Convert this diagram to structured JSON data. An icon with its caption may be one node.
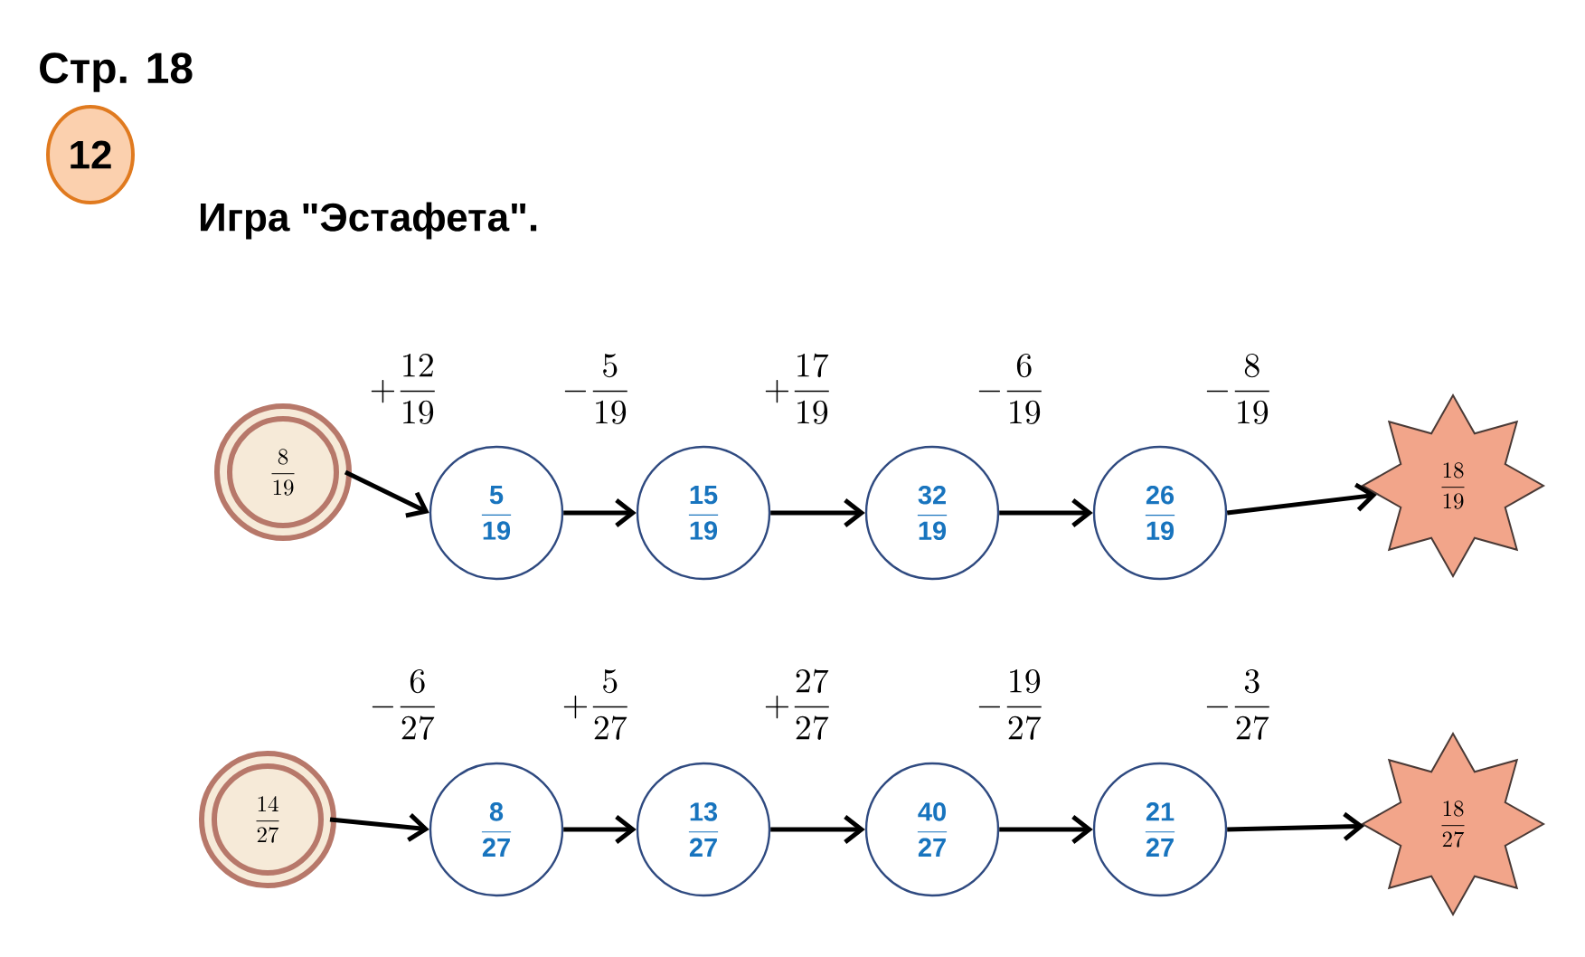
{
  "diagram": {
    "title": "Игра \"Эстафета\".",
    "nodes": [
      {
        "text": [
          "12"
        ]
      },
      {
        "text": [
          "\\frac{8}{19}"
        ]
      },
      {
        "text": [
          "\\mathbf{\\frac{5}{19}}"
        ]
      },
      {
        "text": [
          "\\mathbf{\\frac{15}{19}}"
        ]
      },
      {
        "text": [
          "\\mathbf{\\frac{32}{19}}"
        ]
      },
      {
        "text": [
          "\\mathbf{\\frac{26}{19}}"
        ]
      },
      {
        "text": [
          "\\frac{18}{19}"
        ]
      },
      {
        "text": [
          "\\frac{14}{27}"
        ]
      },
      {
        "text": [
          "\\mathbf{\\frac{8}{27}}"
        ]
      },
      {
        "text": [
          "\\mathbf{\\frac{13}{27}}"
        ]
      },
      {
        "text": [
          "\\mathbf{\\frac{40}{27}}"
        ]
      },
      {
        "text": [
          "\\mathbf{\\frac{21}{27}}"
        ]
      },
      {
        "text": [
          "\\frac{18}{27}"
        ]
      }
    ],
    "edges": [
      {
        "from": 1,
        "to": 2,
        "arrow": "to",
        "label": "+\\frac{12}{19}"
      },
      {
        "from": 2,
        "to": 3,
        "arrow": "to",
        "label": "-\\frac{5}{19}"
      },
      {
        "from": 3,
        "to": 4,
        "arrow": "to",
        "label": "+\\frac{17}{19}"
      },
      {
        "from": 4,
        "to": 5,
        "arrow": "to",
        "label": "-\\frac{6}{19}"
      },
      {
        "from": 5,
        "to": 6,
        "arrow": "to",
        "label": "-\\frac{8}{19}"
      },
      {
        "from": 7,
        "to": 8,
        "arrow": "to",
        "label": "-\\frac{6}{27}"
      },
      {
        "from": 8,
        "to": 9,
        "arrow": "to",
        "label": "+\\frac{5}{27}"
      },
      {
        "from": 9,
        "to": 10,
        "arrow": "to",
        "label": "+\\frac{27}{27}"
      },
      {
        "from": 10,
        "to": 11,
        "arrow": "to",
        "label": "-\\frac{19}{27}"
      },
      {
        "from": 11,
        "to": 12,
        "arrow": "to",
        "label": "-\\frac{3}{27}"
      }
    ],
    "labels": [
      "Стр. 18"
    ]
  }
}
